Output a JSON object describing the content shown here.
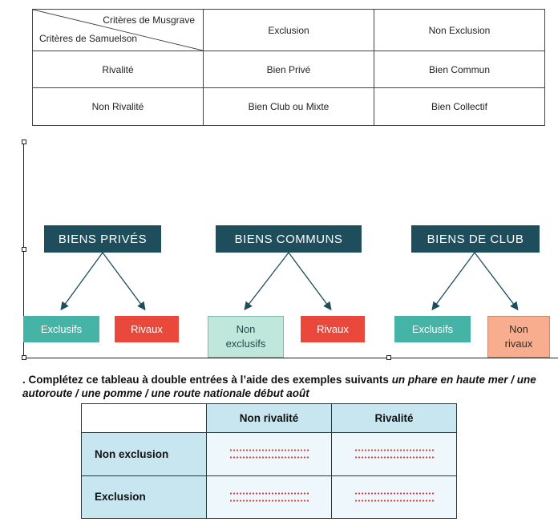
{
  "table1": {
    "diag_top": "Critères de Musgrave",
    "diag_bottom": "Critères de Samuelson",
    "col1": "Exclusion",
    "col2": "Non Exclusion",
    "rows": [
      {
        "label": "Rivalité",
        "c1": "Bien Privé",
        "c2": "Bien Commun"
      },
      {
        "label": "Non Rivalité",
        "c1": "Bien Club ou Mixte",
        "c2": "Bien Collectif"
      }
    ]
  },
  "diagram": {
    "groups": [
      {
        "title": "BIENS PRIVÉS",
        "left": "Exclusifs",
        "right": "Rivaux"
      },
      {
        "title": "BIENS COMMUNS",
        "left": "Non exclusifs",
        "right": "Rivaux"
      },
      {
        "title": "BIENS DE CLUB",
        "left": "Exclusifs",
        "right": "Non rivaux"
      }
    ],
    "colors": {
      "header": "#1e4d5c",
      "teal": "#46b3a7",
      "red": "#e9483b",
      "mint": "#bfe7dc",
      "peach": "#f8ae8e"
    }
  },
  "instruction": {
    "lead": ". Complétez ce tableau à double entrées à l’aide des exemples suivants ",
    "examples": "un phare en haute mer / une autoroute / une pomme / une route nationale début août"
  },
  "table2": {
    "col1": "Non rivalité",
    "col2": "Rivalité",
    "row1": "Non exclusion",
    "row2": "Exclusion"
  }
}
